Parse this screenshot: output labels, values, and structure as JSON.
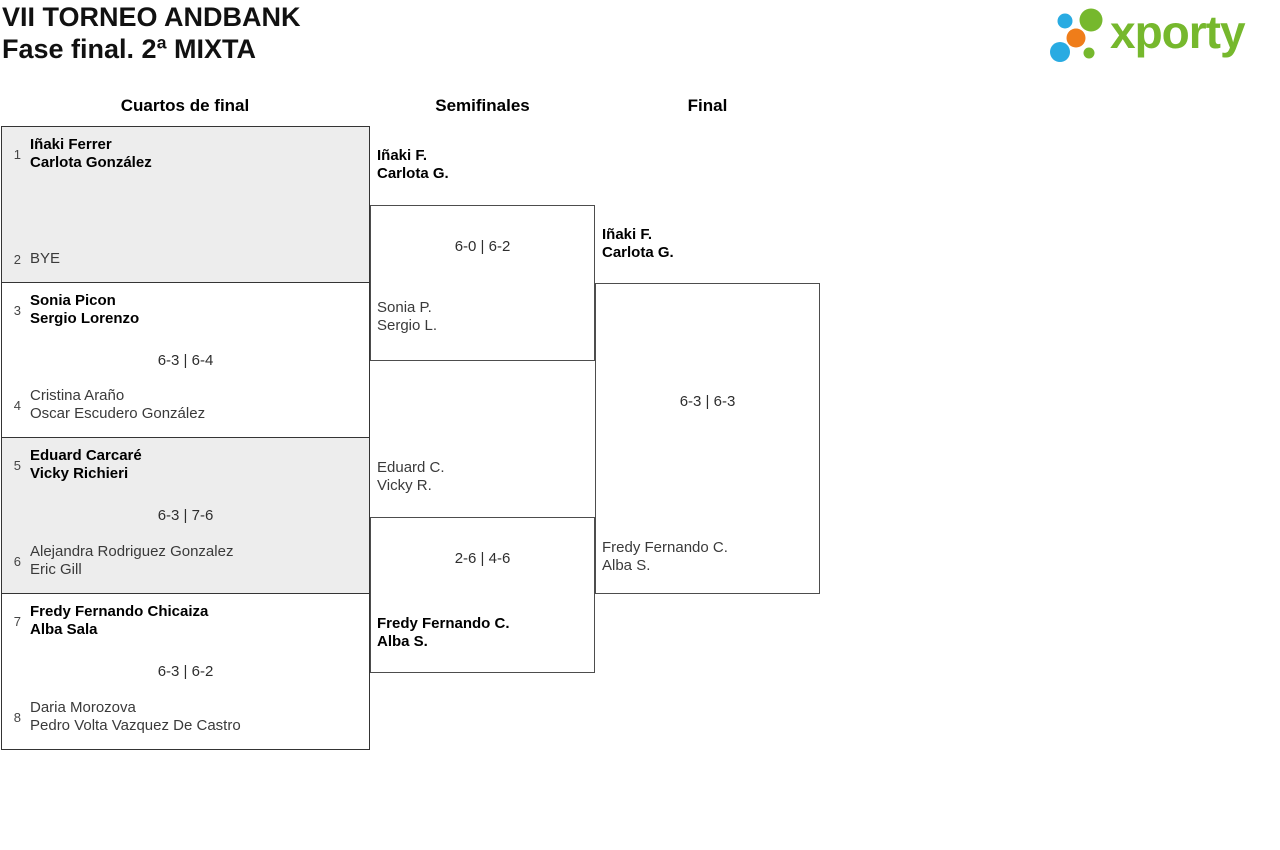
{
  "header": {
    "title_line1": "VII TORNEO ANDBANK",
    "title_line2": "Fase final. 2ª MIXTA",
    "logo_text": "xporty"
  },
  "theme": {
    "box_fill": "#ededed",
    "quarter_border": "#343434",
    "inner_border": "#4d4d4d",
    "logo_green": "#76b82d",
    "logo_blue": "#29abe2",
    "logo_orange": "#ef7d1a"
  },
  "rounds": {
    "quarterfinals_label": "Cuartos de final",
    "semifinals_label": "Semifinales",
    "final_label": "Final"
  },
  "bracket": {
    "quarterfinals": [
      {
        "team1": {
          "seed": "1",
          "players": [
            "Iñaki Ferrer",
            "Carlota González"
          ],
          "winner": true
        },
        "team2": {
          "seed": "2",
          "players": [
            "BYE"
          ],
          "winner": false
        },
        "score": ""
      },
      {
        "team1": {
          "seed": "3",
          "players": [
            "Sonia Picon",
            "Sergio Lorenzo"
          ],
          "winner": true
        },
        "team2": {
          "seed": "4",
          "players": [
            "Cristina Araño",
            "Oscar Escudero González"
          ],
          "winner": false
        },
        "score": "6-3 | 6-4"
      },
      {
        "team1": {
          "seed": "5",
          "players": [
            "Eduard Carcaré",
            "Vicky Richieri"
          ],
          "winner": true
        },
        "team2": {
          "seed": "6",
          "players": [
            "Alejandra Rodriguez Gonzalez",
            "Eric Gill"
          ],
          "winner": false
        },
        "score": "6-3 | 7-6"
      },
      {
        "team1": {
          "seed": "7",
          "players": [
            "Fredy Fernando Chicaiza",
            "Alba Sala"
          ],
          "winner": true
        },
        "team2": {
          "seed": "8",
          "players": [
            "Daria Morozova",
            "Pedro Volta Vazquez De Castro"
          ],
          "winner": false
        },
        "score": "6-3 | 6-2"
      }
    ],
    "semifinals": [
      {
        "team1": {
          "players": [
            "Iñaki F.",
            "Carlota G."
          ],
          "winner": true
        },
        "team2": {
          "players": [
            "Sonia P.",
            "Sergio L."
          ],
          "winner": false
        },
        "score": "6-0 | 6-2"
      },
      {
        "team1": {
          "players": [
            "Eduard C.",
            "Vicky R."
          ],
          "winner": false
        },
        "team2": {
          "players": [
            "Fredy Fernando C.",
            "Alba S."
          ],
          "winner": true
        },
        "score": "2-6 | 4-6"
      }
    ],
    "final": {
      "team1": {
        "players": [
          "Iñaki F.",
          "Carlota G."
        ],
        "winner": true
      },
      "team2": {
        "players": [
          "Fredy Fernando C.",
          "Alba S."
        ],
        "winner": false
      },
      "score": "6-3 | 6-3"
    }
  }
}
